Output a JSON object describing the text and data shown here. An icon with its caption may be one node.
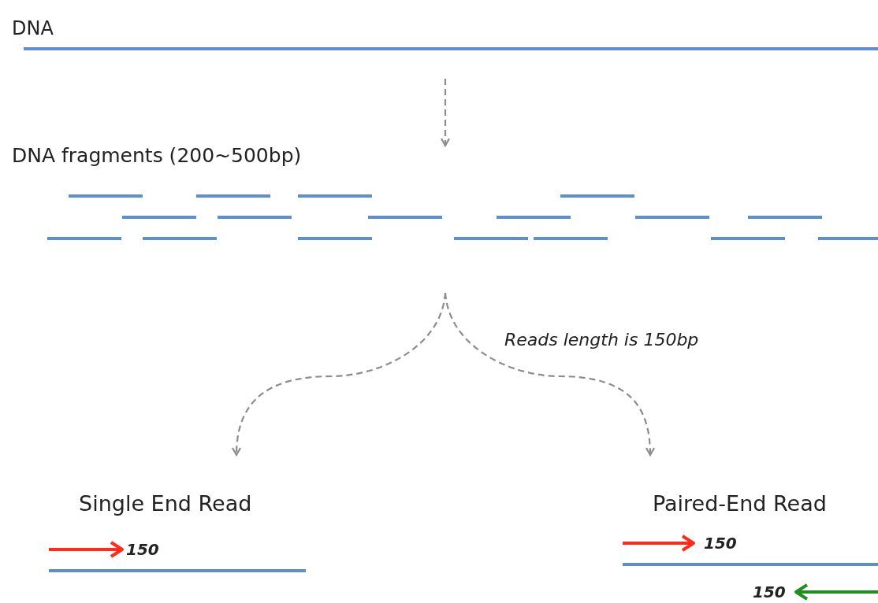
{
  "diagram": {
    "nodes": [
      {
        "text": [
          "DNA"
        ]
      },
      {
        "text": [
          "DNA fragments (200~500bp)"
        ]
      },
      {
        "text": [
          "Single End Read"
        ]
      },
      {
        "text": [
          "Paired-End Read"
        ]
      }
    ],
    "edges": [
      {
        "from": 0,
        "to": 1,
        "arrow": "to",
        "style": "dashed"
      },
      {
        "from": 1,
        "to": 2,
        "arrow": "to",
        "style": "dashed"
      },
      {
        "from": 1,
        "to": 3,
        "arrow": "to",
        "style": "dashed",
        "label": "Reads length is 150bp"
      }
    ],
    "labels": [
      "150",
      "150",
      "150"
    ]
  }
}
